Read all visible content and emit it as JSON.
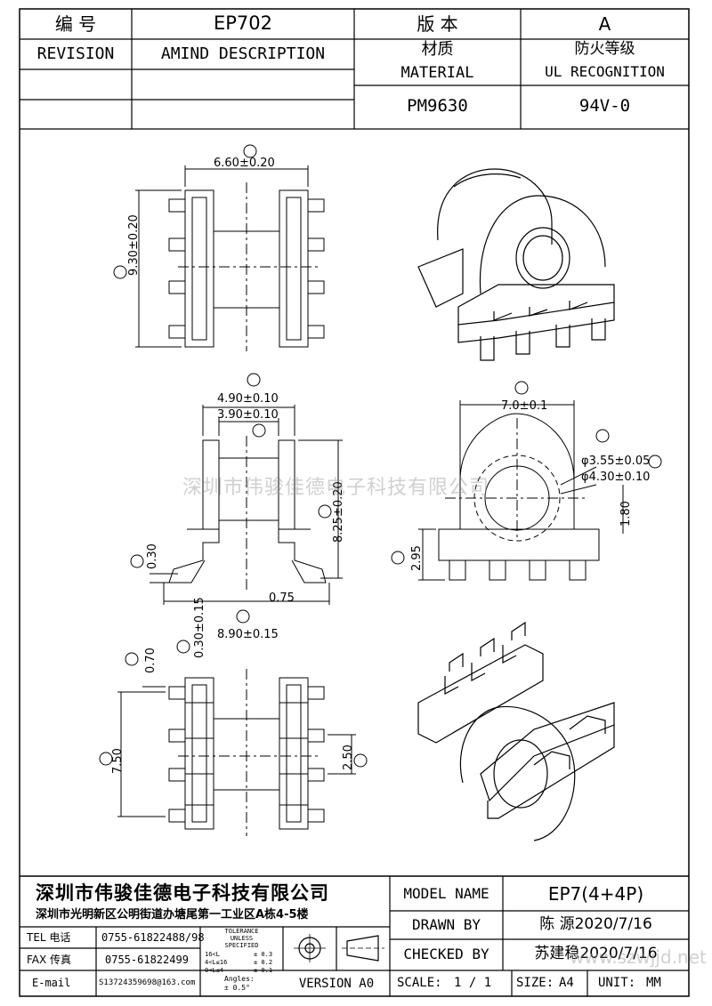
{
  "header": {
    "number_label": "编 号",
    "number_value": "EP702",
    "version_label": "版 本",
    "version_value": "A",
    "revision_label": "REVISION",
    "amend_label": "AMIND DESCRIPTION",
    "material_cn": "材质",
    "material_en": "MATERIAL",
    "material_value": "PM9630",
    "ul_cn": "防火等级",
    "ul_en": "UL RECOGNITION",
    "ul_value": "94V-0"
  },
  "dimensions": {
    "A": "6.60±0.20",
    "B": "9.30±0.20",
    "C": "4.90±0.10",
    "D": "3.90±0.10",
    "E": "8.25±0.20",
    "F": "0.30",
    "G": "0.30±0.15",
    "H": "8.90±0.15",
    "I": "2.95",
    "J": "7.0±0.1",
    "K": "φ3.55±0.05",
    "L": "φ4.30±0.10",
    "M": "0.70",
    "N": "2.50",
    "O": "7.50",
    "pin": "0.75",
    "offset": "1.80"
  },
  "watermark": "深圳市伟骏佳德电子科技有限公司",
  "title_block": {
    "company": "深圳市伟骏佳德电子科技有限公司",
    "address": "深圳市光明新区公明街道办塘尾第一工业区A栋4-5楼",
    "tel_label": "TEL 电话",
    "tel": "0755-61822488/98",
    "fax_label": "FAX 传真",
    "fax": "0755-61822499",
    "email_label": "E-mail",
    "email": "S13724359698@163.com",
    "tolerance_title": "TOLERANCE",
    "tolerance_sub1": "UNLESS",
    "tolerance_sub2": "SPECIFIED",
    "tol_rows": [
      {
        "range": "16<L",
        "value": "± 0.3"
      },
      {
        "range": "4<L≤16",
        "value": "± 0.2"
      },
      {
        "range": "0<L≤4",
        "value": "± 0.1"
      }
    ],
    "angles_label": "Angles:",
    "angles_value": "± 0.5°",
    "version": "VERSION A0",
    "model_name_label": "MODEL NAME",
    "model_name": "EP7(4+4P)",
    "drawn_by_label": "DRAWN BY",
    "drawn_by": "陈 源2020/7/16",
    "checked_by_label": "CHECKED BY",
    "checked_by": "苏建稳2020/7/16",
    "scale_label": "SCALE:",
    "scale": "1 / 1",
    "size_label": "SIZE:",
    "size": "A4",
    "unit_label": "UNIT:",
    "unit": "MM",
    "site_watermark": "www.szwjjd.net"
  }
}
